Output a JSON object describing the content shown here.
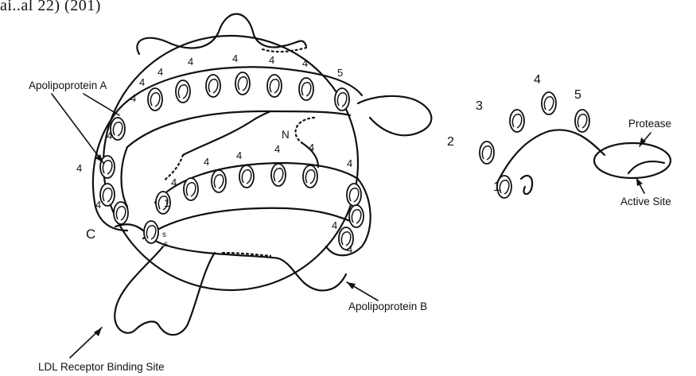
{
  "header_fragment": "ai..al 22) (201)",
  "labels": {
    "apolipoprotein_a": "Apolipoprotein A",
    "apolipoprotein_b": "Apolipoprotein B",
    "ldl_receptor": "LDL Receptor Binding Site",
    "protease": "Protease",
    "active_site": "Active Site",
    "n_terminus": "N",
    "c_terminus": "C"
  },
  "kringle_labels": {
    "four": "4",
    "five": "5",
    "one": "1",
    "s": "s"
  },
  "right_domain_numbers": [
    "1",
    "2",
    "3",
    "4",
    "5"
  ]
}
